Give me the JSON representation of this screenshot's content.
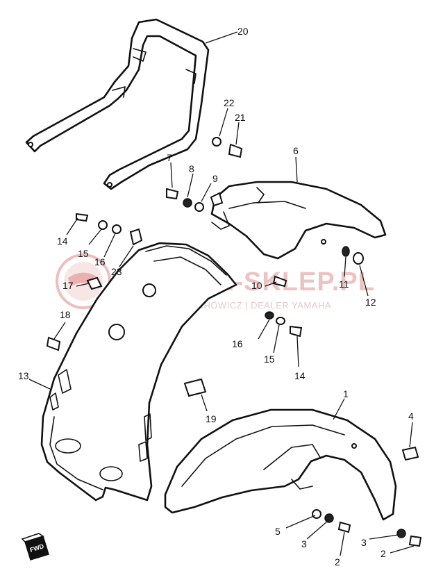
{
  "watermark": {
    "brand": "YAMA-SKLEP.PL",
    "subtitle": "WOJCIECHOWICZ | DEALER YAMAHA",
    "logo_color": "#e7a3a3"
  },
  "direction_marker": {
    "text": "FWD"
  },
  "callouts": [
    {
      "id": "20",
      "label": "20"
    },
    {
      "id": "22",
      "label": "22"
    },
    {
      "id": "21",
      "label": "21"
    },
    {
      "id": "6",
      "label": "6"
    },
    {
      "id": "7",
      "label": "7"
    },
    {
      "id": "8",
      "label": "8"
    },
    {
      "id": "9",
      "label": "9"
    },
    {
      "id": "14a",
      "label": "14"
    },
    {
      "id": "15a",
      "label": "15"
    },
    {
      "id": "16a",
      "label": "16"
    },
    {
      "id": "23",
      "label": "23"
    },
    {
      "id": "17",
      "label": "17"
    },
    {
      "id": "10",
      "label": "10"
    },
    {
      "id": "11",
      "label": "11"
    },
    {
      "id": "12",
      "label": "12"
    },
    {
      "id": "18",
      "label": "18"
    },
    {
      "id": "16b",
      "label": "16"
    },
    {
      "id": "15b",
      "label": "15"
    },
    {
      "id": "14b",
      "label": "14"
    },
    {
      "id": "13",
      "label": "13"
    },
    {
      "id": "19",
      "label": "19"
    },
    {
      "id": "1",
      "label": "1"
    },
    {
      "id": "4",
      "label": "4"
    },
    {
      "id": "5",
      "label": "5"
    },
    {
      "id": "3a",
      "label": "3"
    },
    {
      "id": "3b",
      "label": "3"
    },
    {
      "id": "2a",
      "label": "2"
    },
    {
      "id": "2b",
      "label": "2"
    }
  ]
}
